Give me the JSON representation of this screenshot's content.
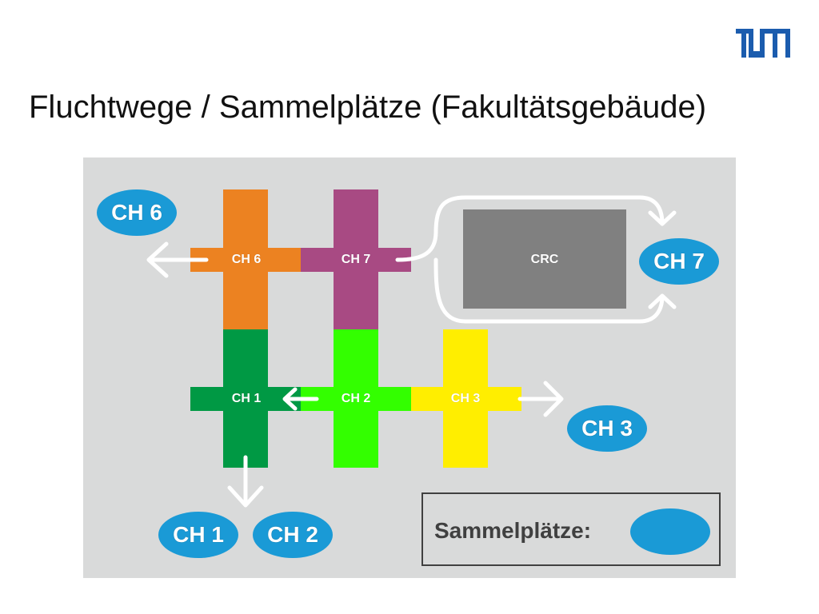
{
  "slide": {
    "title": "Fluchtwege / Sammelplätze (Fakultätsgebäude)",
    "logo": "TUM"
  },
  "colors": {
    "background": "#d9dada",
    "ch6": "#ec8221",
    "ch7": "#a84a83",
    "ch1": "#009944",
    "ch2": "#33ff00",
    "ch3": "#ffee00",
    "crc": "#808080",
    "assembly": "#1a9ad6",
    "arrow": "#ffffff",
    "logo": "#1b5cae"
  },
  "buildings": {
    "ch6": "CH 6",
    "ch7": "CH 7",
    "ch1": "CH 1",
    "ch2": "CH 2",
    "ch3": "CH 3",
    "crc": "CRC"
  },
  "assembly_points": {
    "ch6": "CH 6",
    "ch7": "CH 7",
    "ch3": "CH 3",
    "ch1": "CH 1",
    "ch2": "CH 2"
  },
  "legend": {
    "label": "Sammelplätze:"
  }
}
